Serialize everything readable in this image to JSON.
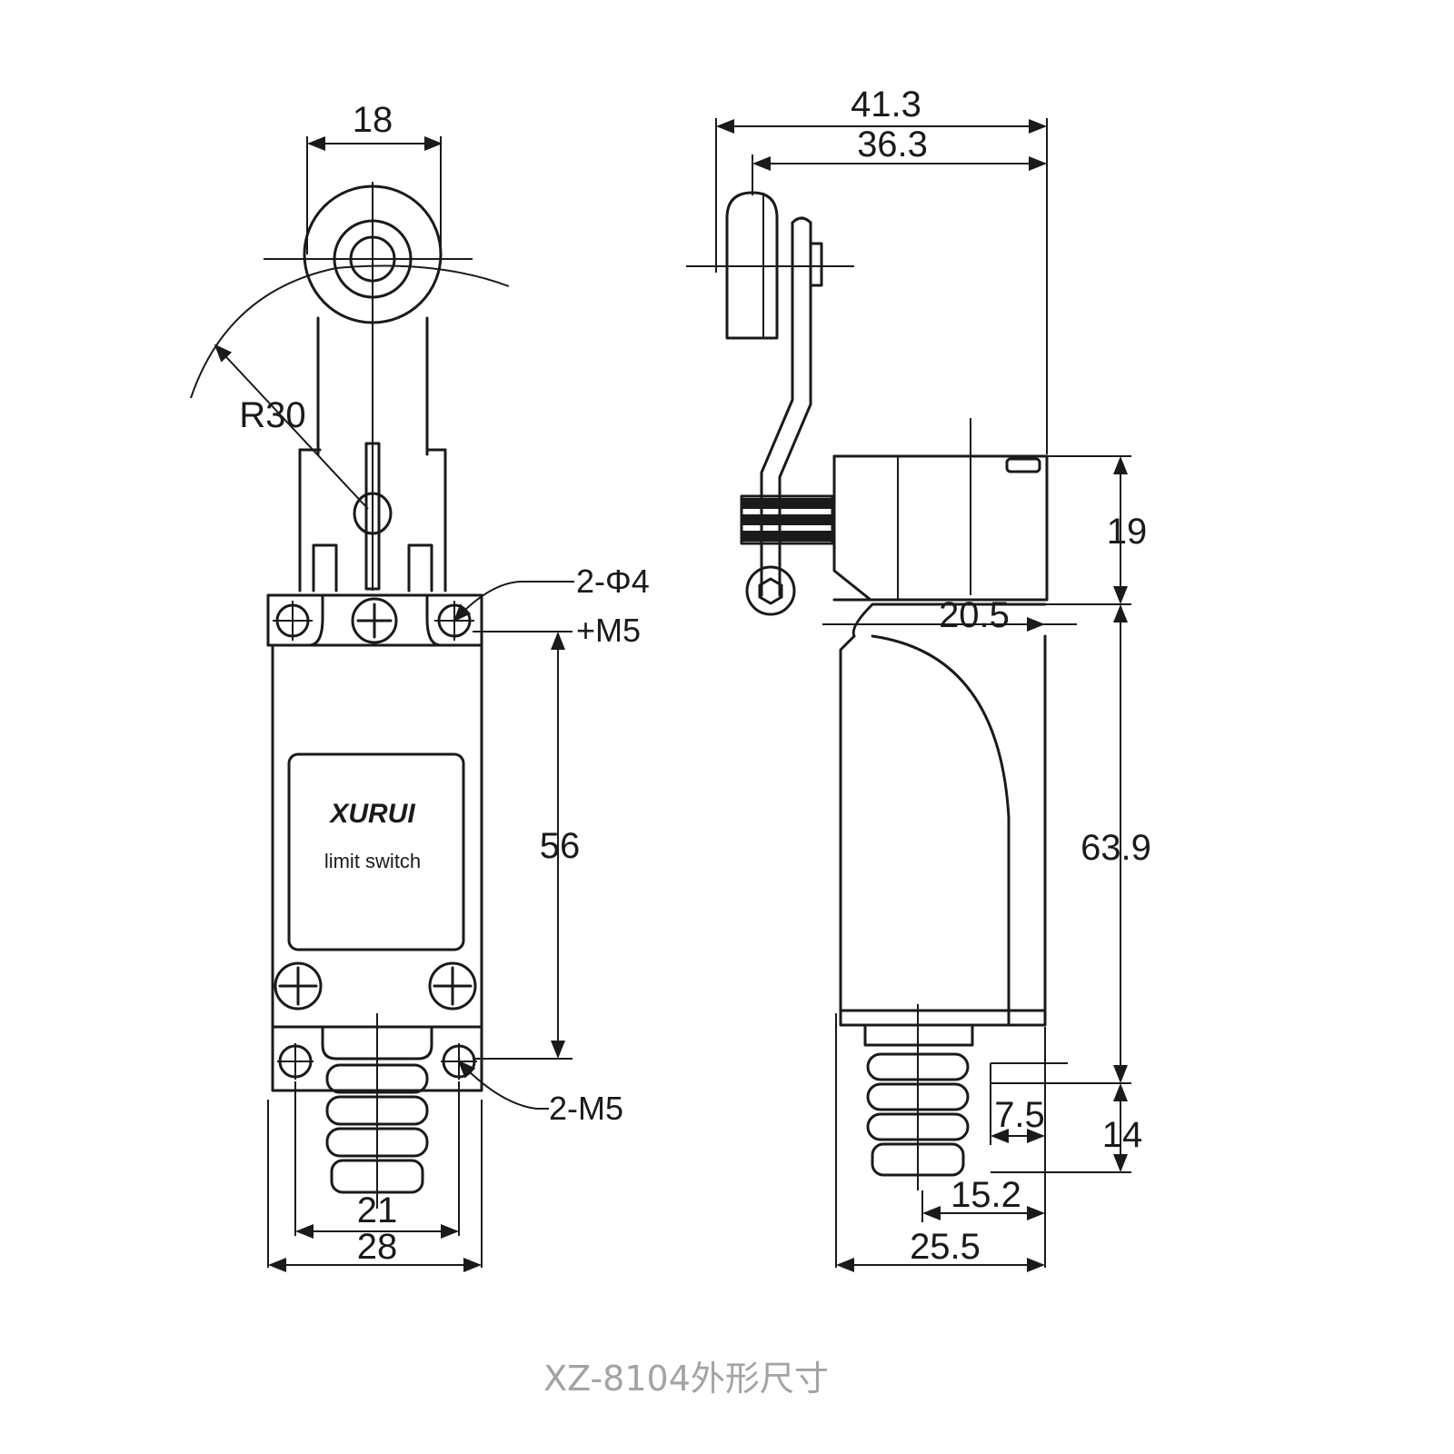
{
  "caption": "XZ-8104外形尺寸",
  "front_view": {
    "brand": "XURUI",
    "label": "limit switch",
    "dims": {
      "roller_width": "18",
      "arm_radius": "R30",
      "mount_holes_top": "2-Φ4",
      "thread_top": "+M5",
      "hole_spacing": "56",
      "mount_holes_bottom": "2-M5",
      "hole_pitch": "21",
      "body_width": "28"
    }
  },
  "side_view": {
    "dims": {
      "overall_width": "41.3",
      "roller_offset": "36.3",
      "head_height": "19",
      "head_depth": "20.5",
      "body_height": "63.9",
      "conduit_offset": "7.5",
      "conduit_height": "14",
      "conduit_depth": "15.2",
      "body_depth": "25.5"
    }
  }
}
